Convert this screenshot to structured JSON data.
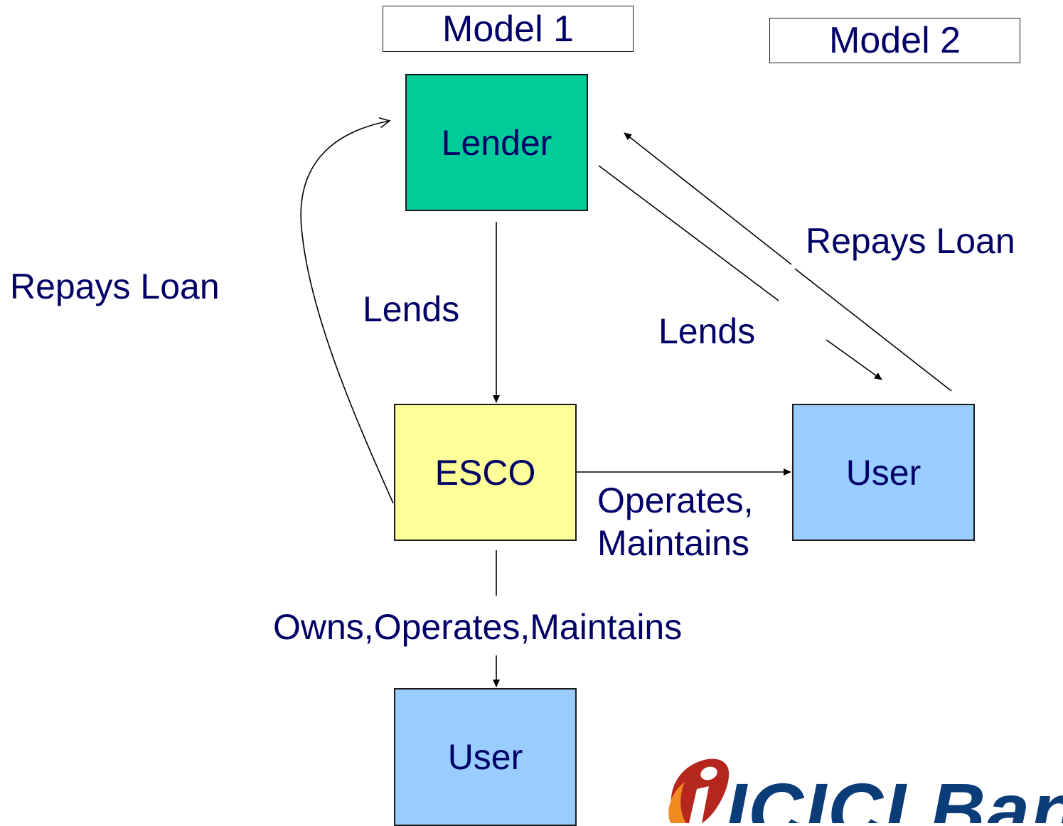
{
  "models": {
    "model1": "Model 1",
    "model2": "Model 2"
  },
  "nodes": {
    "lender": "Lender",
    "esco": "ESCO",
    "user_model2": "User",
    "user_model1": "User"
  },
  "edges": {
    "esco_repays_lender": "Repays Loan",
    "lender_lends_esco": "Lends",
    "lender_lends_user": "Lends",
    "user_repays_lender": "Repays Loan",
    "esco_operates_user_line1": "Operates,",
    "esco_operates_user_line2": "Maintains",
    "esco_owns_user": "Owns,Operates,Maintains"
  },
  "colors": {
    "lender_fill": "#00cc99",
    "esco_fill": "#ffff99",
    "user_fill": "#99ccff",
    "text": "#000066",
    "logo_text": "#0a3c78",
    "logo_mark": "#b5271e",
    "logo_accent": "#f18a21"
  },
  "logo": {
    "wordmark": "ICICI Bank",
    "mark": "i-icon"
  }
}
